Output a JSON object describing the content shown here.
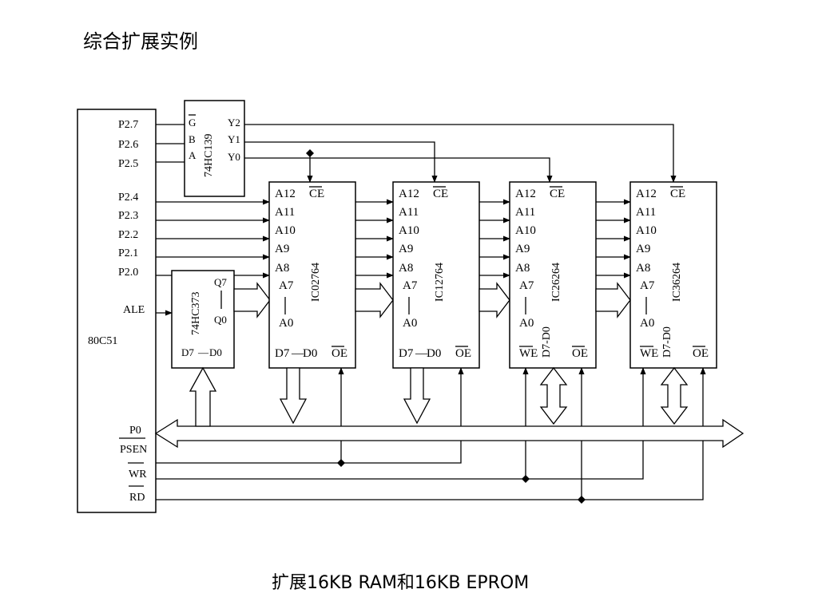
{
  "title": "综合扩展实例",
  "caption": "扩展16KB RAM和16KB EPROM",
  "mcu": {
    "name": "80C51",
    "ports_high": [
      "P2.7",
      "P2.6",
      "P2.5"
    ],
    "ports_addr": [
      "P2.4",
      "P2.3",
      "P2.2",
      "P2.1",
      "P2.0"
    ],
    "ale": "ALE",
    "p0": "P0",
    "psen": "PSEN",
    "wr": "WR",
    "rd": "RD"
  },
  "decoder": {
    "name": "74HC139",
    "inputs": [
      "G",
      "B",
      "A"
    ],
    "outputs": [
      "Y2",
      "Y1",
      "Y0"
    ]
  },
  "latch": {
    "name": "74HC373",
    "q_top": "Q7",
    "q_bot": "Q0",
    "d": "D7",
    "d_end": "D0",
    "dash": "—"
  },
  "pins": {
    "addr": [
      "A12",
      "A11",
      "A10",
      "A9",
      "A8",
      "A7",
      "A0"
    ],
    "ce": "CE",
    "oe": "OE",
    "we": "WE",
    "data": "D7",
    "data_end": "D0",
    "data_ram": "D7-D0",
    "dash": "—"
  },
  "chips": [
    "IC02764",
    "IC12764",
    "IC26264",
    "IC36264"
  ]
}
